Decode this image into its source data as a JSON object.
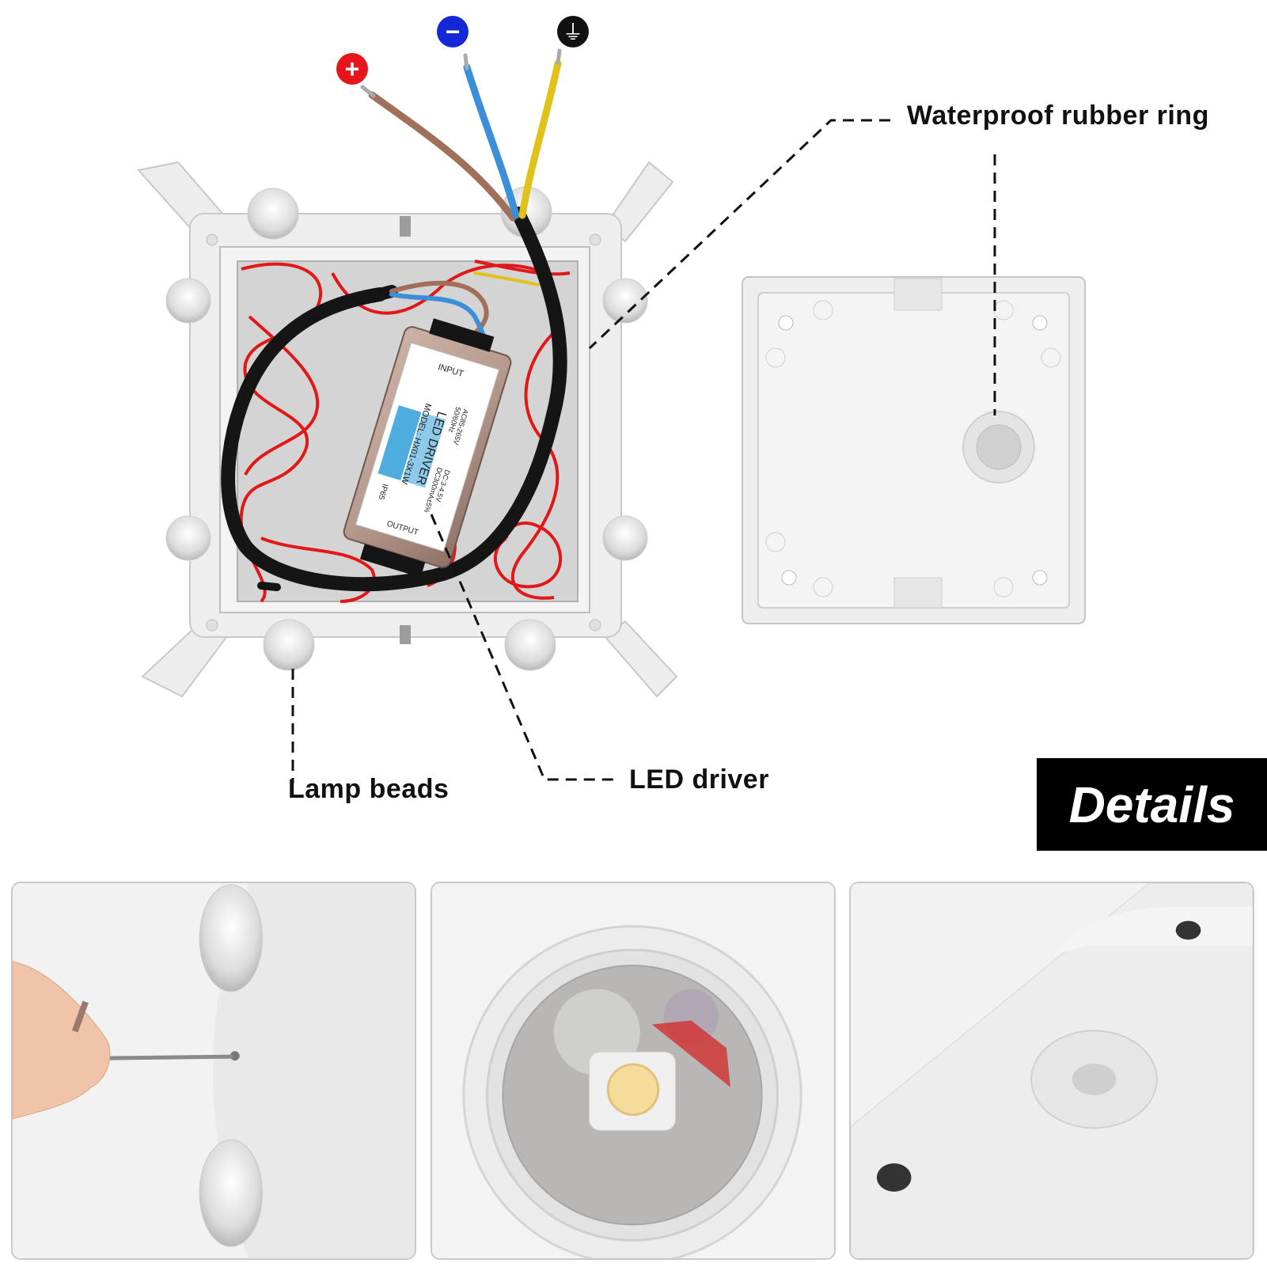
{
  "callouts": {
    "rubber_ring": "Waterproof rubber ring",
    "lamp_beads": "Lamp beads",
    "led_driver": "LED driver"
  },
  "badge": "Details",
  "driver_label": {
    "model": "MODEL: HX01-3X1W",
    "title": "LED DRIVER",
    "input": "INPUT",
    "output": "OUTPUT",
    "input_spec": "AC85-265V",
    "freq": "50/60Hz",
    "output_spec": "DC:3-4.5V",
    "current": "DC300mA±5%",
    "rating": "IP65"
  },
  "wire_symbols": [
    {
      "name": "positive",
      "glyph": "+",
      "color": "#e8141c"
    },
    {
      "name": "negative",
      "glyph": "−",
      "color": "#1428d8"
    },
    {
      "name": "ground",
      "glyph": "⏚",
      "color": "#111111"
    }
  ],
  "colors": {
    "wire_brown": "#a0705a",
    "wire_blue": "#3a8fd8",
    "wire_yellow": "#e0c21a",
    "wire_red": "#e21818",
    "wire_black": "#151515",
    "housing": "#ededed"
  }
}
